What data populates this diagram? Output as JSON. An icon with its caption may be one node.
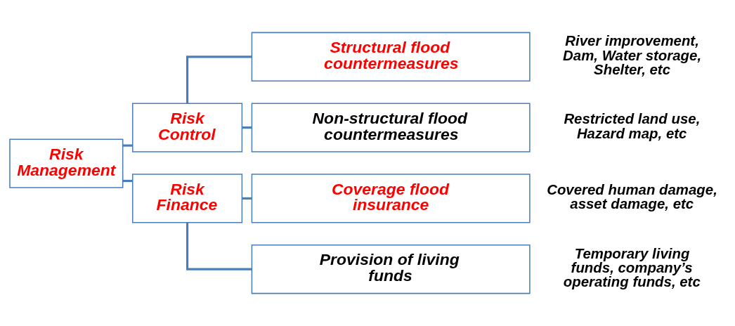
{
  "diagram": {
    "nodes": [
      {
        "text": [
          "Risk Management"
        ]
      },
      {
        "text": [
          "Risk Control"
        ]
      },
      {
        "text": [
          "Risk Finance"
        ]
      },
      {
        "text": [
          "Structural flood countermeasures"
        ],
        "beside": [
          "River improvement, Dam, Water storage, Shelter, etc"
        ]
      },
      {
        "text": [
          "Non-structural flood countermeasures"
        ],
        "beside": [
          "Restricted land use, Hazard map, etc"
        ]
      },
      {
        "text": [
          "Coverage flood insurance"
        ],
        "beside": [
          "Covered human damage, asset damage, etc"
        ]
      },
      {
        "text": [
          "Provision of living funds"
        ],
        "beside": [
          "Temporary living funds, company’s operating funds, etc"
        ]
      }
    ],
    "edges": [
      {
        "from": 0,
        "to": 1,
        "arrow": "none"
      },
      {
        "from": 0,
        "to": 2,
        "arrow": "none"
      },
      {
        "from": 1,
        "to": 3,
        "arrow": "none"
      },
      {
        "from": 1,
        "to": 4,
        "arrow": "none"
      },
      {
        "from": 2,
        "to": 5,
        "arrow": "none"
      },
      {
        "from": 2,
        "to": 6,
        "arrow": "none"
      }
    ]
  }
}
